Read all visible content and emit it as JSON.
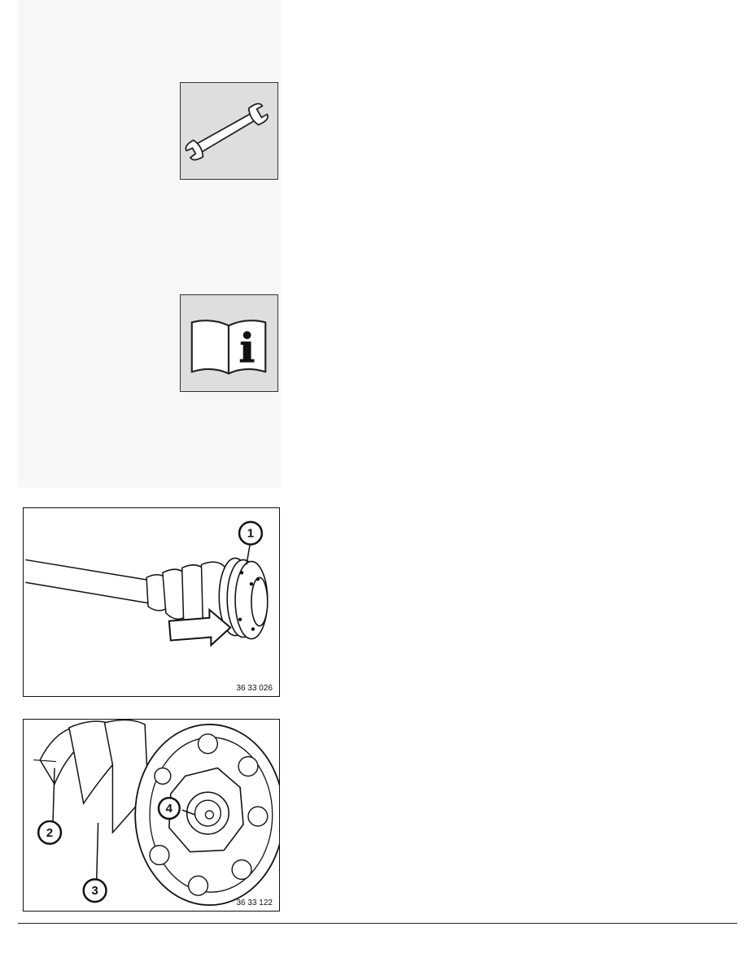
{
  "icons": [
    {
      "name": "wrench-icon",
      "description": "special tool symbol"
    },
    {
      "name": "info-book-icon",
      "description": "information symbol"
    }
  ],
  "figures": [
    {
      "code": "36 33 026",
      "callouts": [
        "1"
      ]
    },
    {
      "code": "36 33 122",
      "callouts": [
        "2",
        "3",
        "4"
      ]
    }
  ],
  "colors": {
    "icon_bg": "#dedede",
    "panel_bg": "#f7f7f7",
    "line": "#111111"
  }
}
